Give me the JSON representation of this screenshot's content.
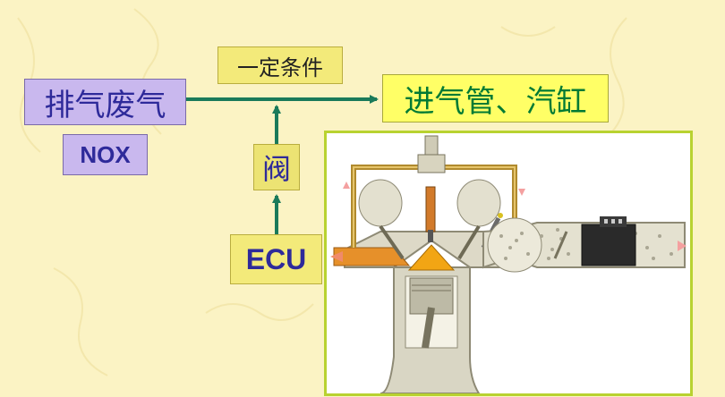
{
  "boxes": {
    "exhaust_gas": "排气废气",
    "nox": "NOX",
    "condition": "一定条件",
    "intake_cylinder": "进气管、汽缸",
    "valve": "阀",
    "ecu": "ECU"
  },
  "colors": {
    "arrow": "#1a7a5a",
    "purple_box": "#c9b8ee",
    "yellow_box": "#f3ea7a",
    "green_text": "#007a34",
    "frame_border": "#b8d230"
  },
  "figure": {
    "icon": "egr-engine-cutaway-illustration"
  }
}
